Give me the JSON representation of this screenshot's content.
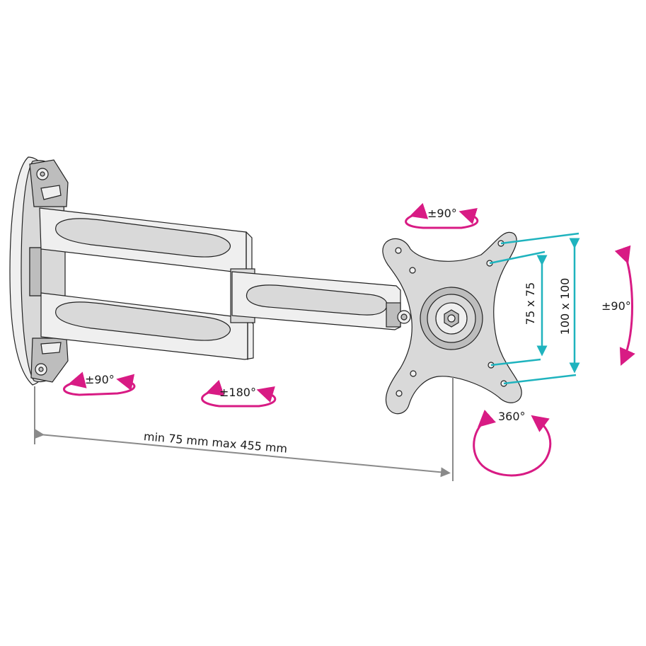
{
  "labels": {
    "rot_base": "±90°",
    "rot_middle": "±180°",
    "rot_top": "±90°",
    "rot_tilt": "±90°",
    "rot_screen": "360°",
    "vesa_small": "75 x 75",
    "vesa_large": "100 x 100",
    "extension": "min 75 mm max 455 mm"
  },
  "colors": {
    "rotation_arrows": "#d81b84",
    "vesa_lines": "#1fb3be",
    "dimension_line": "#8a8a8a",
    "outline": "#222222"
  }
}
